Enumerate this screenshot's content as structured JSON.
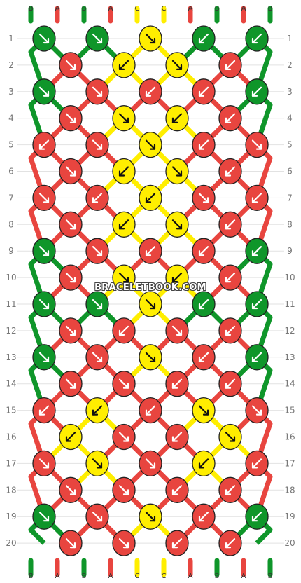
{
  "colors": {
    "A": "#e8453f",
    "B": "#0f962a",
    "C": "#ffee00"
  },
  "strands_top": [
    "B",
    "A",
    "B",
    "A",
    "C",
    "C",
    "A",
    "B",
    "A",
    "B"
  ],
  "strands_bottom": [
    "B",
    "A",
    "B",
    "A",
    "C",
    "C",
    "A",
    "B",
    "A",
    "B"
  ],
  "row_numbers": [
    "1",
    "2",
    "3",
    "4",
    "5",
    "6",
    "7",
    "8",
    "9",
    "10",
    "11",
    "12",
    "13",
    "14",
    "15",
    "16",
    "17",
    "18",
    "19",
    "20"
  ],
  "knots": [
    [
      {
        "c": "B",
        "d": "R"
      },
      {
        "c": "B",
        "d": "R"
      },
      {
        "c": "C",
        "d": "R"
      },
      {
        "c": "B",
        "d": "L"
      },
      {
        "c": "B",
        "d": "L"
      }
    ],
    [
      {
        "c": "A",
        "d": "R"
      },
      {
        "c": "C",
        "d": "L"
      },
      {
        "c": "C",
        "d": "R"
      },
      {
        "c": "A",
        "d": "L"
      }
    ],
    [
      {
        "c": "B",
        "d": "R"
      },
      {
        "c": "A",
        "d": "R"
      },
      {
        "c": "A",
        "d": "L"
      },
      {
        "c": "A",
        "d": "L"
      },
      {
        "c": "B",
        "d": "L"
      }
    ],
    [
      {
        "c": "A",
        "d": "R"
      },
      {
        "c": "C",
        "d": "R"
      },
      {
        "c": "C",
        "d": "L"
      },
      {
        "c": "A",
        "d": "L"
      }
    ],
    [
      {
        "c": "A",
        "d": "L"
      },
      {
        "c": "A",
        "d": "R"
      },
      {
        "c": "C",
        "d": "R"
      },
      {
        "c": "A",
        "d": "L"
      },
      {
        "c": "A",
        "d": "R"
      }
    ],
    [
      {
        "c": "A",
        "d": "R"
      },
      {
        "c": "C",
        "d": "L"
      },
      {
        "c": "C",
        "d": "R"
      },
      {
        "c": "A",
        "d": "L"
      }
    ],
    [
      {
        "c": "A",
        "d": "R"
      },
      {
        "c": "A",
        "d": "L"
      },
      {
        "c": "C",
        "d": "L"
      },
      {
        "c": "A",
        "d": "R"
      },
      {
        "c": "A",
        "d": "L"
      }
    ],
    [
      {
        "c": "A",
        "d": "R"
      },
      {
        "c": "C",
        "d": "L"
      },
      {
        "c": "C",
        "d": "R"
      },
      {
        "c": "A",
        "d": "L"
      }
    ],
    [
      {
        "c": "B",
        "d": "R"
      },
      {
        "c": "A",
        "d": "R"
      },
      {
        "c": "A",
        "d": "L"
      },
      {
        "c": "A",
        "d": "L"
      },
      {
        "c": "B",
        "d": "L"
      }
    ],
    [
      {
        "c": "A",
        "d": "R"
      },
      {
        "c": "C",
        "d": "R"
      },
      {
        "c": "C",
        "d": "L"
      },
      {
        "c": "A",
        "d": "L"
      }
    ],
    [
      {
        "c": "B",
        "d": "R"
      },
      {
        "c": "B",
        "d": "R"
      },
      {
        "c": "C",
        "d": "R"
      },
      {
        "c": "B",
        "d": "L"
      },
      {
        "c": "B",
        "d": "L"
      }
    ],
    [
      {
        "c": "A",
        "d": "R"
      },
      {
        "c": "A",
        "d": "L"
      },
      {
        "c": "A",
        "d": "R"
      },
      {
        "c": "A",
        "d": "L"
      }
    ],
    [
      {
        "c": "B",
        "d": "R"
      },
      {
        "c": "A",
        "d": "R"
      },
      {
        "c": "C",
        "d": "R"
      },
      {
        "c": "A",
        "d": "L"
      },
      {
        "c": "B",
        "d": "L"
      }
    ],
    [
      {
        "c": "A",
        "d": "R"
      },
      {
        "c": "A",
        "d": "R"
      },
      {
        "c": "A",
        "d": "L"
      },
      {
        "c": "A",
        "d": "L"
      }
    ],
    [
      {
        "c": "A",
        "d": "L"
      },
      {
        "c": "C",
        "d": "L"
      },
      {
        "c": "A",
        "d": "L"
      },
      {
        "c": "C",
        "d": "R"
      },
      {
        "c": "A",
        "d": "R"
      }
    ],
    [
      {
        "c": "C",
        "d": "L"
      },
      {
        "c": "A",
        "d": "R"
      },
      {
        "c": "A",
        "d": "L"
      },
      {
        "c": "C",
        "d": "R"
      }
    ],
    [
      {
        "c": "A",
        "d": "R"
      },
      {
        "c": "C",
        "d": "R"
      },
      {
        "c": "A",
        "d": "R"
      },
      {
        "c": "C",
        "d": "L"
      },
      {
        "c": "A",
        "d": "L"
      }
    ],
    [
      {
        "c": "A",
        "d": "R"
      },
      {
        "c": "A",
        "d": "R"
      },
      {
        "c": "A",
        "d": "L"
      },
      {
        "c": "A",
        "d": "L"
      }
    ],
    [
      {
        "c": "B",
        "d": "R"
      },
      {
        "c": "A",
        "d": "R"
      },
      {
        "c": "C",
        "d": "R"
      },
      {
        "c": "A",
        "d": "L"
      },
      {
        "c": "B",
        "d": "L"
      }
    ],
    [
      {
        "c": "A",
        "d": "R"
      },
      {
        "c": "A",
        "d": "R"
      },
      {
        "c": "A",
        "d": "L"
      },
      {
        "c": "A",
        "d": "L"
      }
    ]
  ],
  "watermark": "BRACELETBOOK.COM"
}
